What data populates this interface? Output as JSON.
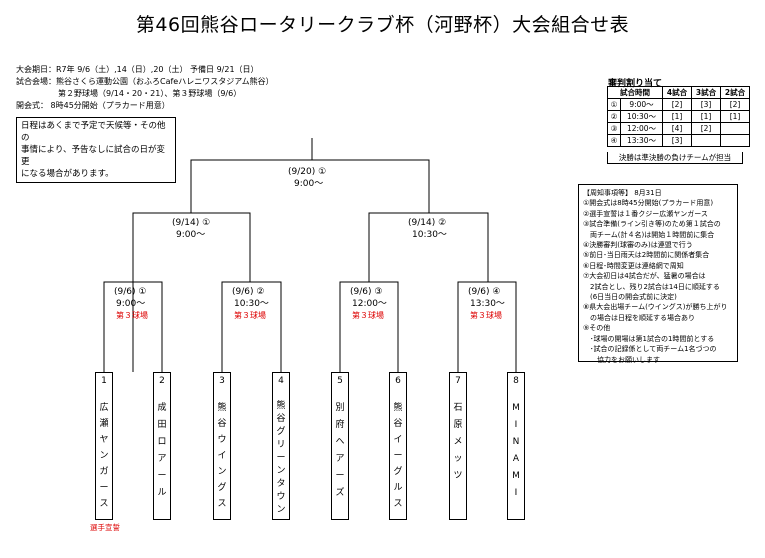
{
  "title": "第46回熊谷ロータリークラブ杯（河野杯）大会組合せ表",
  "info": {
    "dates": "大会期日：R7年 9/6（土）,14（日）,20（土） 予備日 9/21（日）",
    "venue1": "試合会場：熊谷さくら運動公園（おふろCafeハレニワスタジアム熊谷）",
    "venue2": "第２野球場（9/14・20・21）、第３野球場（9/6）",
    "opening": "開会式： 8時45分開始（プラカード用意）"
  },
  "notice": "日程はあくまで予定で天候等・その他の\n事情により、予告なしに試合の日が変更\nになる場合があります。",
  "referee": {
    "title": "審判割り当て",
    "headers": [
      "試合時間",
      "4試合",
      "3試合",
      "2試合"
    ],
    "rows": [
      [
        "①",
        "9:00～",
        "[2]",
        "[3]",
        "[2]"
      ],
      [
        "②",
        "10:30～",
        "[1]",
        "[1]",
        "[1]"
      ],
      [
        "③",
        "12:00～",
        "[4]",
        "[2]",
        ""
      ],
      [
        "④",
        "13:30～",
        "[3]",
        "",
        ""
      ]
    ],
    "note": "決勝は準決勝の負けチームが担当"
  },
  "announce": {
    "header": "【周知事項等】 8月31日",
    "lines": [
      "①開会式は8時45分開始(プラカード用意)",
      "②選手宣誓は１番クジー広瀬ヤンガース",
      "③試合準備(ライン引き等)のため第１試合の",
      "　両チーム(計４名)は開始１時間前に集合",
      "④決勝審判(球審のみ)は連盟で行う",
      "⑤前日･当日雨天は2時間前に関係者集合",
      "⑥日程･時間変更は連絡網で周知",
      "⑦大会初日は4試合だが、猛暑の場合は",
      "　2試合とし、残り2試合は14日に順延する",
      "　(6日当日の開会式前に決定)",
      "⑧県大会出場チーム(ウイングス)が勝ち上がり",
      "　の場合は日程を順延する場合あり",
      "⑨その他",
      "　･球場の開場は第1試合の1時間前とする",
      "　･試合の記録係として両チーム1名づつの",
      "　　協力をお願いします"
    ]
  },
  "final": {
    "date": "(9/20) ①",
    "time": "9:00～"
  },
  "semis": [
    {
      "date": "(9/14) ①",
      "time": "9:00～"
    },
    {
      "date": "(9/14) ②",
      "time": "10:30～"
    }
  ],
  "first_round": [
    {
      "date": "(9/6) ①",
      "time": "9:00～",
      "venue": "第３球場"
    },
    {
      "date": "(9/6) ②",
      "time": "10:30～",
      "venue": "第３球場"
    },
    {
      "date": "(9/6) ③",
      "time": "12:00～",
      "venue": "第３球場"
    },
    {
      "date": "(9/6) ④",
      "time": "13:30～",
      "venue": "第３球場"
    }
  ],
  "teams": [
    {
      "num": "1",
      "name": [
        "広",
        "瀬",
        "ヤ",
        "ン",
        "ガ",
        "ー",
        "ス"
      ]
    },
    {
      "num": "2",
      "name": [
        "成",
        "田",
        "ロ",
        "ア",
        "ー",
        "ル"
      ]
    },
    {
      "num": "3",
      "name": [
        "熊",
        "谷",
        "ウ",
        "イ",
        "ン",
        "グ",
        "ス"
      ]
    },
    {
      "num": "4",
      "name": [
        "熊",
        "谷",
        "グ",
        "リ",
        "ー",
        "ン",
        "タ",
        "ウ",
        "ン"
      ]
    },
    {
      "num": "5",
      "name": [
        "別",
        "府",
        "ヘ",
        "ア",
        "ー",
        "ズ"
      ]
    },
    {
      "num": "6",
      "name": [
        "熊",
        "谷",
        "イ",
        "ー",
        "グ",
        "ル",
        "ス"
      ]
    },
    {
      "num": "7",
      "name": [
        "石",
        "原",
        "メ",
        "ッ",
        "ツ"
      ]
    },
    {
      "num": "8",
      "name": [
        "M",
        "I",
        "N",
        "A",
        "M",
        "I"
      ]
    }
  ],
  "oath": "選手宣誓"
}
